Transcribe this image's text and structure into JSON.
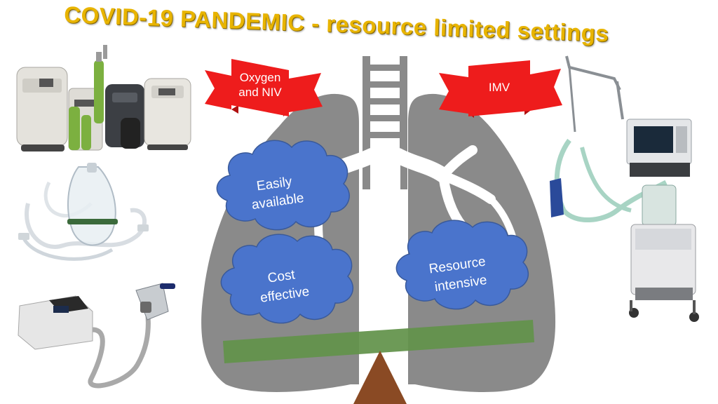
{
  "title": "COVID-19 PANDEMIC  - resource limited settings",
  "ribbons": {
    "left": [
      "Oxygen",
      "and NIV"
    ],
    "right": [
      "IMV"
    ]
  },
  "clouds": {
    "easily": [
      "Easily",
      "available"
    ],
    "cost": [
      "Cost",
      "effective"
    ],
    "resource": [
      "Resource",
      "intensive"
    ]
  },
  "colors": {
    "title": "#e8b400",
    "ribbon": "#ee1c1c",
    "lung": "#8a8a8a",
    "cloud": "#4a74cc",
    "beam": "#62924a",
    "fulcrum": "#8a4a24"
  },
  "icons": {
    "left_top": "oxygen-concentrator-and-cylinders-icon",
    "left_middle": "oxygen-face-mask-icon",
    "left_bottom": "cpap-machine-icon",
    "right": "mechanical-ventilator-icon"
  }
}
